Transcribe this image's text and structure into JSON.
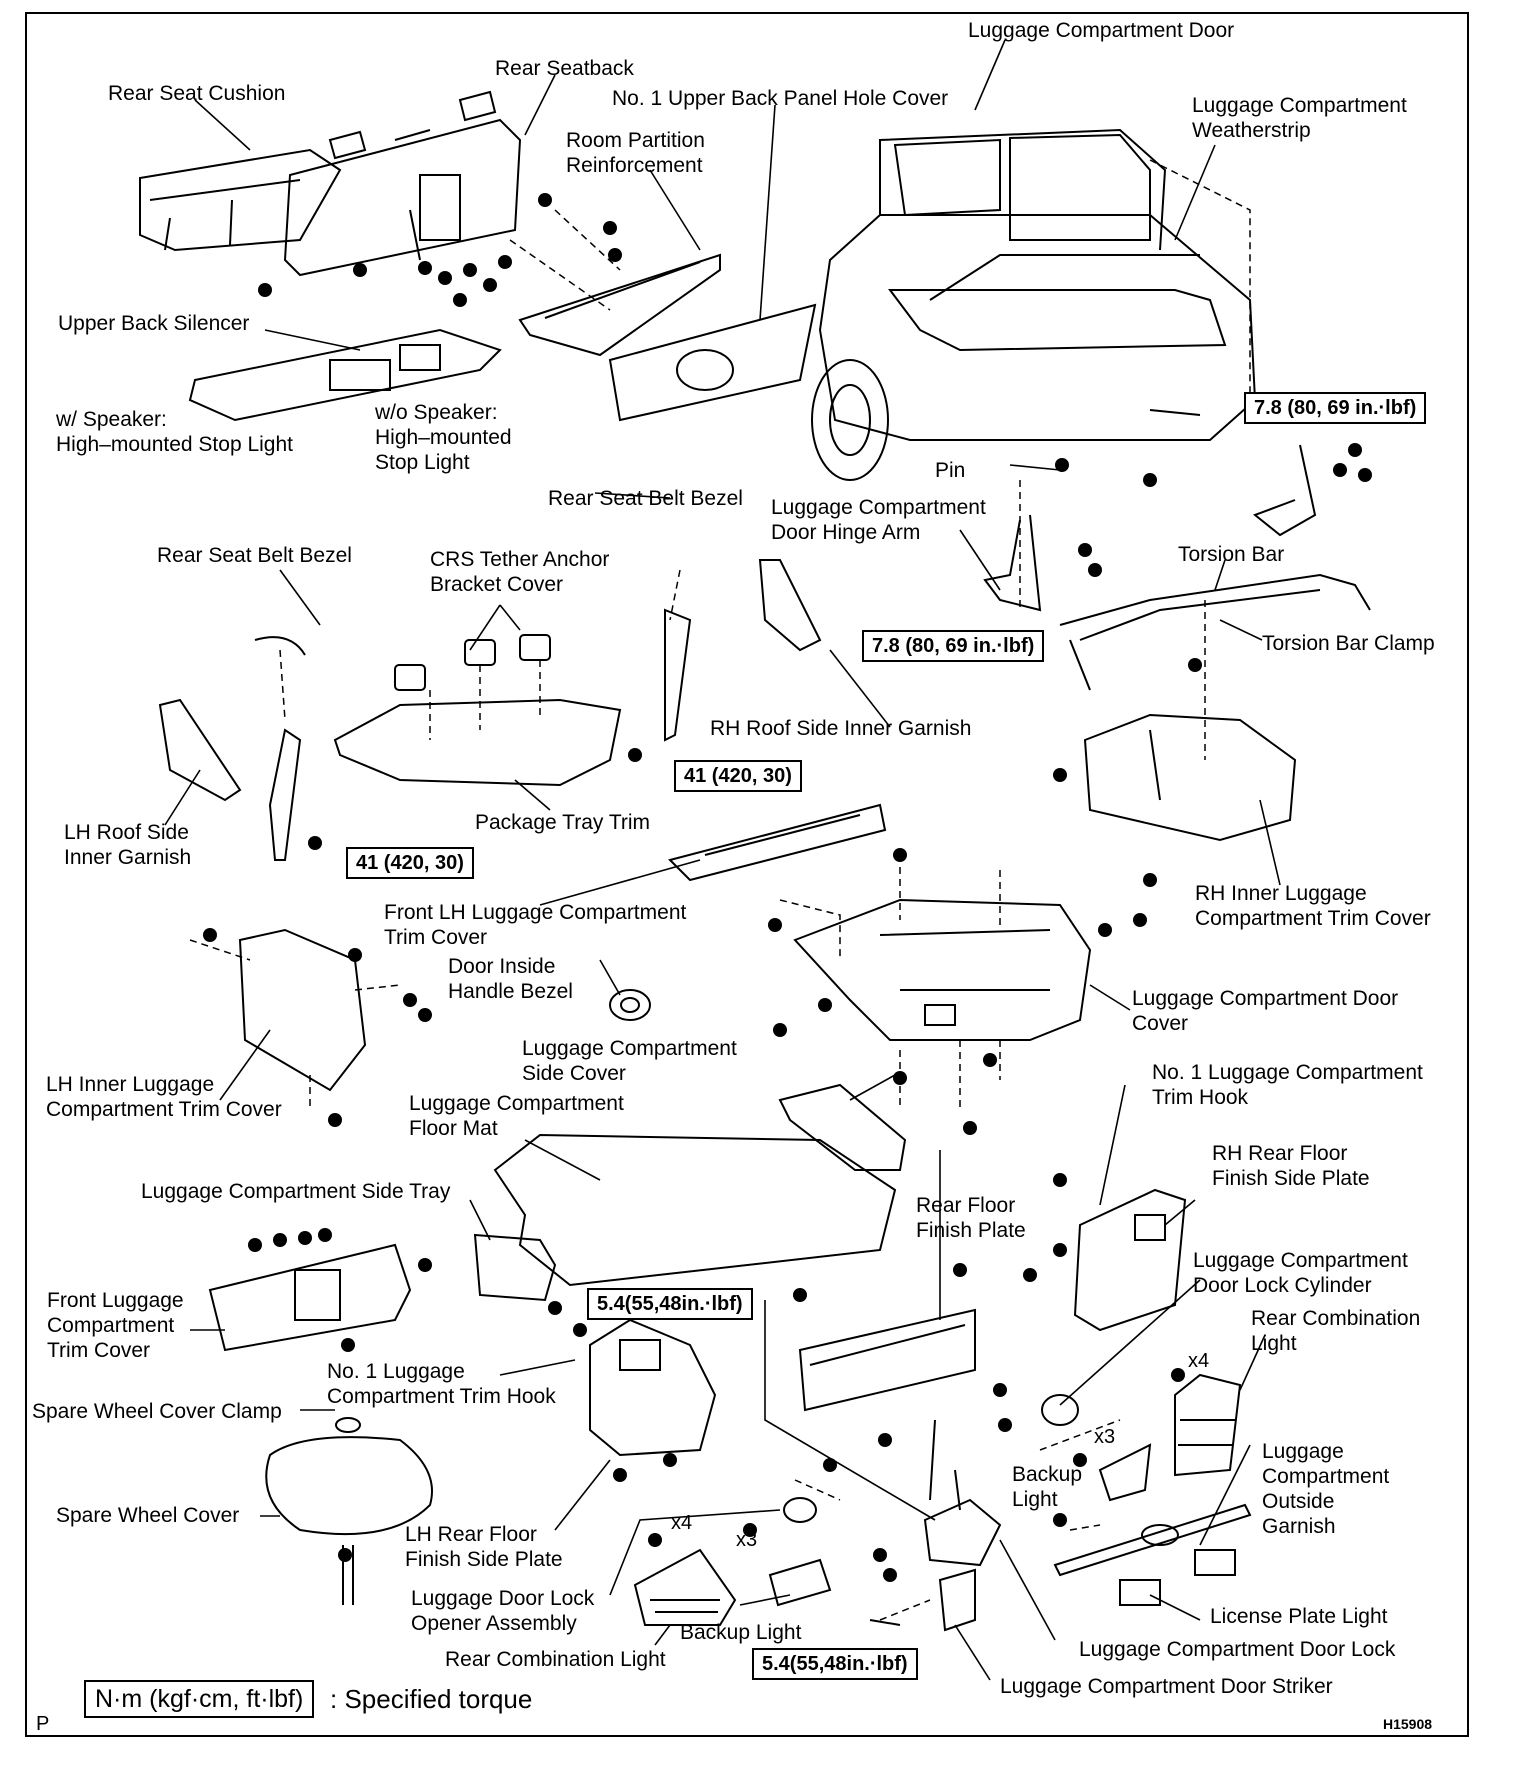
{
  "labels": {
    "luggage_door": "Luggage Compartment Door",
    "rear_seatback": "Rear Seatback",
    "rear_seat_cushion": "Rear Seat Cushion",
    "upper_back_hole_cover": "No. 1 Upper Back Panel Hole Cover",
    "weatherstrip": "Luggage Compartment\nWeatherstrip",
    "room_partition": "Room Partition\nReinforcement",
    "upper_back_silencer": "Upper Back Silencer",
    "w_speaker": "w/ Speaker:\nHigh–mounted Stop Light",
    "wo_speaker": "w/o Speaker:\nHigh–mounted\nStop Light",
    "pin": "Pin",
    "rear_belt_bezel_1": "Rear Seat Belt Bezel",
    "hinge_arm": "Luggage Compartment\nDoor Hinge Arm",
    "rear_belt_bezel_2": "Rear Seat Belt Bezel",
    "crs_cover": "CRS Tether Anchor\nBracket Cover",
    "torsion_bar": "Torsion Bar",
    "torsion_bar_clamp": "Torsion Bar Clamp",
    "rh_roof_garnish": "RH Roof Side Inner Garnish",
    "lh_roof_garnish": "LH Roof Side\nInner Garnish",
    "package_tray": "Package Tray Trim",
    "rh_inner_trim": "RH Inner Luggage\nCompartment Trim Cover",
    "front_lh_trim": "Front LH Luggage Compartment\nTrim Cover",
    "door_handle_bezel": "Door Inside\nHandle Bezel",
    "door_cover": "Luggage Compartment Door\nCover",
    "lh_inner_trim": "LH Inner Luggage\nCompartment Trim Cover",
    "side_cover": "Luggage Compartment\nSide Cover",
    "trim_hook_rh": "No. 1 Luggage Compartment\nTrim Hook",
    "floor_mat": "Luggage Compartment\nFloor Mat",
    "rh_rear_floor_plate": "RH Rear Floor\nFinish Side Plate",
    "side_tray": "Luggage Compartment Side Tray",
    "rear_floor_plate": "Rear Floor\nFinish Plate",
    "lock_cylinder": "Luggage Compartment\nDoor Lock Cylinder",
    "front_trim": "Front Luggage\nCompartment\nTrim Cover",
    "rear_combo_light_r": "Rear Combination\nLight",
    "trim_hook_lh": "No. 1 Luggage\nCompartment Trim Hook",
    "spare_clamp": "Spare Wheel Cover Clamp",
    "outside_garnish": "Luggage\nCompartment\nOutside\nGarnish",
    "backup_light_r": "Backup\nLight",
    "spare_cover": "Spare Wheel Cover",
    "lh_rear_floor_plate": "LH Rear Floor\nFinish Side Plate",
    "opener_assembly": "Luggage Door Lock\nOpener Assembly",
    "license_light": "License Plate Light",
    "backup_light_l": "Backup Light",
    "door_lock": "Luggage Compartment Door Lock",
    "rear_combo_light_l": "Rear Combination Light",
    "door_striker": "Luggage Compartment Door Striker"
  },
  "torques": {
    "t_top_right": "7.8 (80, 69 in.·lbf)",
    "t_hinge": "7.8 (80, 69 in.·lbf)",
    "t_belt_r": "41 (420, 30)",
    "t_belt_l": "41 (420, 30)",
    "t_side_plate": "5.4(55,48in.·lbf)",
    "t_lock": "5.4(55,48in.·lbf)"
  },
  "multipliers": {
    "x4_right": "x4",
    "x3_right": "x3",
    "x4_left": "x4",
    "x3_left": "x3"
  },
  "legend": {
    "box": "N·m (kgf·cm, ft·lbf)",
    "text": ": Specified torque"
  },
  "corner": {
    "p": "P",
    "figure_id": "H15908"
  }
}
